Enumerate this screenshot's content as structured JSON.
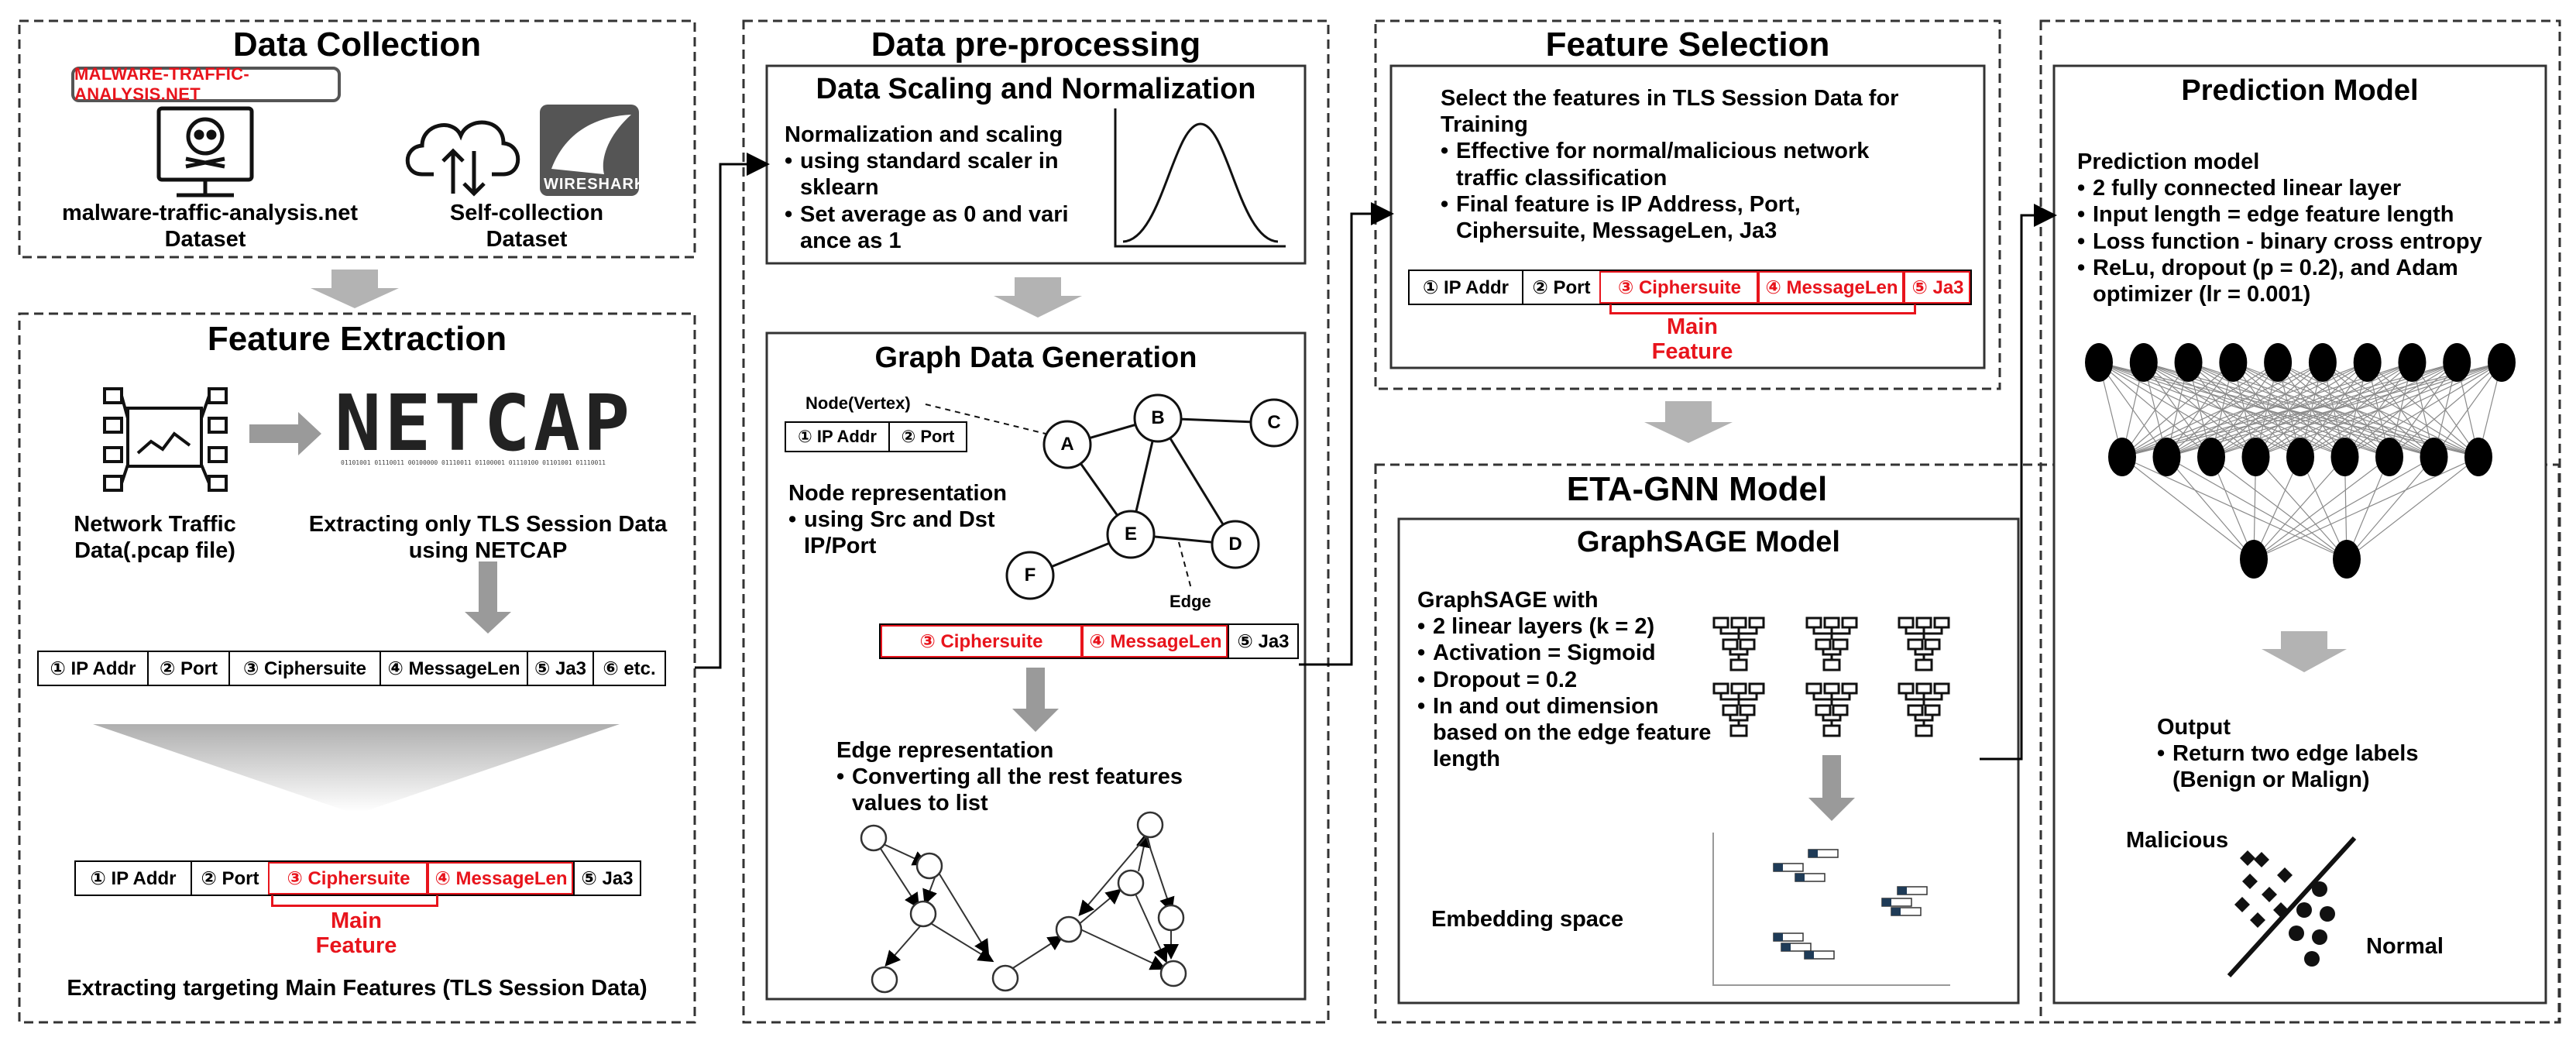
{
  "colors": {
    "accent_red": "#e8141c",
    "arrow_gray": "#b3b3b3",
    "border": "#333333"
  },
  "data_collection": {
    "title": "Data Collection",
    "website_badge": "MALWARE-TRAFFIC-ANALYSIS.NET",
    "source1": {
      "line1": "malware-traffic-analysis.net",
      "line2": "Dataset",
      "icon": "skull-monitor-icon"
    },
    "source2": {
      "line1": "Self-collection",
      "line2": "Dataset",
      "icon": "cloud-upload-download-icon"
    },
    "wireshark_logo": "WIRESHARK"
  },
  "feature_extraction": {
    "title": "Feature Extraction",
    "netcap_logo": "NETCAP",
    "netcap_binary": "01101001 01110011 00100000 01110011 01100001 01110100 01101001 01110011",
    "pcap_label": {
      "line1": "Network Traffic",
      "line2": "Data(.pcap file)"
    },
    "extract_label": {
      "line1": "Extracting only TLS Session Data",
      "line2": "using NETCAP"
    },
    "features_all": [
      "① IP Addr",
      "② Port",
      "③ Ciphersuite",
      "④ MessageLen",
      "⑤ Ja3",
      "⑥ etc."
    ],
    "features_main": [
      "① IP Addr",
      "② Port",
      "③ Ciphersuite",
      "④ MessageLen",
      "⑤ Ja3"
    ],
    "main_feature_label": {
      "line1": "Main",
      "line2": "Feature"
    },
    "caption": "Extracting targeting Main Features (TLS Session Data)"
  },
  "preprocessing": {
    "title": "Data pre-processing",
    "scaling": {
      "title": "Data Scaling and Normalization",
      "heading": "Normalization and scaling",
      "bullets": [
        "using standard scaler in sklearn",
        "Set average as 0 and vari ance as 1"
      ]
    },
    "graph": {
      "title": "Graph Data Generation",
      "node_vertex_label": "Node(Vertex)",
      "node_features": [
        "① IP Addr",
        "② Port"
      ],
      "nodes": [
        "A",
        "B",
        "C",
        "D",
        "E",
        "F"
      ],
      "edge_label": "Edge",
      "node_rep_heading": "Node representation",
      "node_rep_bullets": [
        "using Src and Dst IP/Port"
      ],
      "edge_features": [
        "③ Ciphersuite",
        "④ MessageLen",
        "⑤ Ja3"
      ],
      "edge_rep_heading": "Edge representation",
      "edge_rep_bullets": [
        "Converting all the rest features values to list"
      ]
    }
  },
  "feature_selection": {
    "title": "Feature Selection",
    "heading": "Select the features in TLS Session Data for Training",
    "bullets": [
      "Effective for normal/malicious network traffic classification",
      "Final feature is IP Address, Port, Ciphersuite, MessageLen, Ja3"
    ],
    "features": [
      "① IP Addr",
      "② Port",
      "③ Ciphersuite",
      "④ MessageLen",
      "⑤ Ja3"
    ],
    "main_feature_label": {
      "line1": "Main",
      "line2": "Feature"
    }
  },
  "eta_gnn": {
    "title": "ETA-GNN Model",
    "graphsage_title": "GraphSAGE Model",
    "heading": "GraphSAGE with",
    "bullets": [
      "2 linear layers (k = 2)",
      "Activation = Sigmoid",
      "Dropout = 0.2",
      "In and out dimension based on the edge feature length"
    ],
    "embedding_label": "Embedding space"
  },
  "prediction": {
    "title": "Prediction Model",
    "heading": "Prediction model",
    "bullets": [
      "2 fully connected linear layer",
      "Input length = edge feature length",
      "Loss function - binary cross entropy",
      "ReLu, dropout (p = 0.2), and Adam optimizer (lr = 0.001)"
    ],
    "nn_layers": [
      10,
      9,
      2
    ],
    "output_heading": "Output",
    "output_bullets": [
      "Return two edge labels (Benign or Malign)"
    ],
    "malicious_label": "Malicious",
    "normal_label": "Normal"
  }
}
